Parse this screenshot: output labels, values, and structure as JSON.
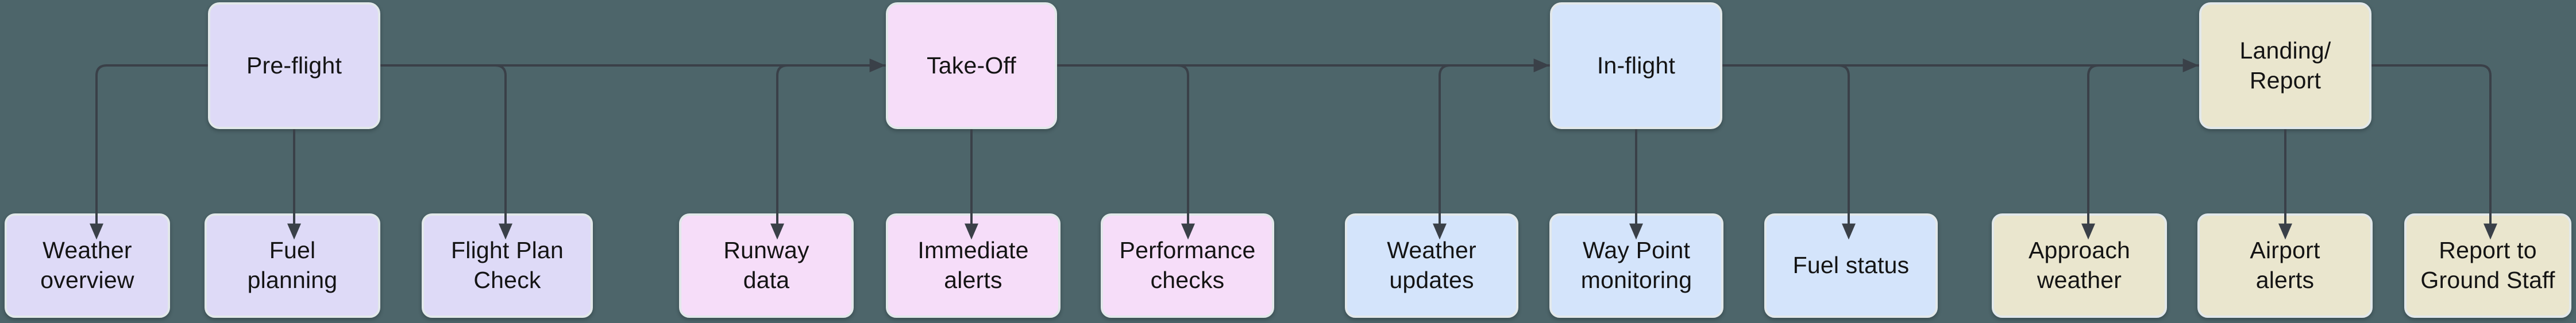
{
  "diagram": {
    "background_color": "#4d656a",
    "connector_color": "#3a4048",
    "node_border_color": "#e2e8ea",
    "text_color": "#141414",
    "stages": [
      {
        "id": "pre-flight",
        "label": "Pre-flight",
        "color": "#dedaf7",
        "children": [
          "Weather\noverview",
          "Fuel\nplanning",
          "Flight Plan\nCheck"
        ]
      },
      {
        "id": "take-off",
        "label": "Take-Off",
        "color": "#f6ddf9",
        "children": [
          "Runway\ndata",
          "Immediate\nalerts",
          "Performance\nchecks"
        ]
      },
      {
        "id": "in-flight",
        "label": "In-flight",
        "color": "#d4e4fb",
        "children": [
          "Weather\nupdates",
          "Way Point\nmonitoring",
          "Fuel status"
        ]
      },
      {
        "id": "landing-report",
        "label": "Landing/\nReport",
        "color": "#eae6ce",
        "children": [
          "Approach\nweather",
          "Airport\nalerts",
          "Report to\nGround Staff"
        ]
      }
    ]
  }
}
